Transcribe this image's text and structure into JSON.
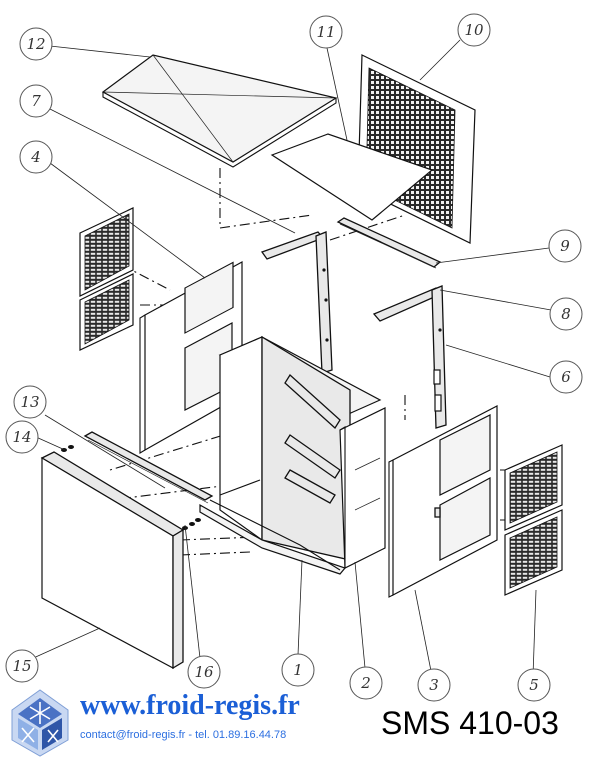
{
  "balloons": [
    "1",
    "2",
    "3",
    "4",
    "5",
    "6",
    "7",
    "8",
    "9",
    "10",
    "11",
    "12",
    "13",
    "14",
    "15",
    "16"
  ],
  "footer": {
    "website": "www.froid-regis.fr",
    "contact": "contact@froid-regis.fr - tel. 01.89.16.44.78",
    "model": "SMS 410-03",
    "logo_icon": "snowflake-logo-icon",
    "brand_color": "#1b5fd6"
  }
}
